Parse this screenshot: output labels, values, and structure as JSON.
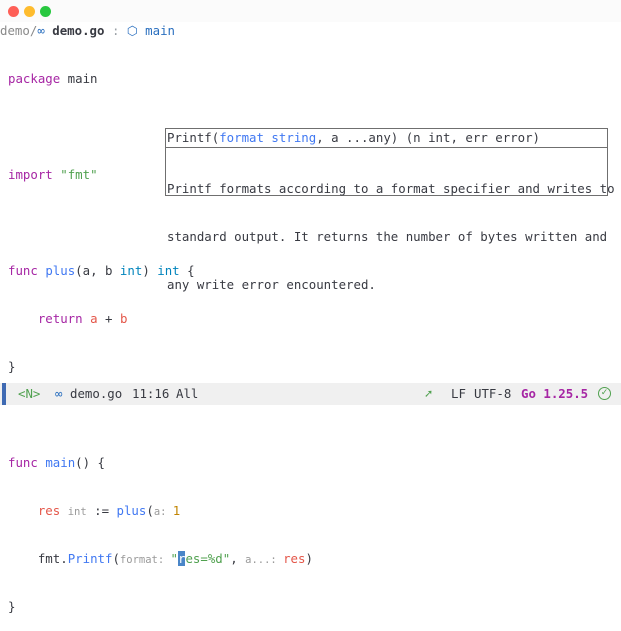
{
  "window": {
    "buttons": [
      "close",
      "minimize",
      "zoom"
    ]
  },
  "winbar": {
    "dir": "demo/",
    "file_icon": "infinity-icon",
    "file_glyph": "∞",
    "file": "demo.go",
    "separator": ":",
    "symbol_icon": "cube-icon",
    "symbol_glyph": "⬡",
    "symbol": "main"
  },
  "code": {
    "l1": {
      "kw": "package",
      "rest": " main"
    },
    "l3": {
      "kw": "import",
      "sp": " ",
      "str": "\"fmt\""
    },
    "l5": {
      "kw": "func",
      "sp": " ",
      "fn": "plus",
      "a": "(a, b ",
      "ty": "int",
      "b": ") ",
      "ty2": "int",
      "c": " {"
    },
    "l6": {
      "indent": "    ",
      "kw": "return",
      "sp": " ",
      "v1": "a",
      "op": " + ",
      "v2": "b"
    },
    "l7": {
      "text": "}"
    },
    "l9": {
      "kw": "func",
      "sp": " ",
      "fn": "main",
      "rest": "() {"
    },
    "l10": {
      "indent": "    ",
      "v": "res",
      "sp": " ",
      "hint_type": "int",
      "assign": " := ",
      "fn": "plus",
      "paren": "(",
      "hint_a": "a: ",
      "num": "1"
    },
    "l11": {
      "indent": "    ",
      "pkg": "fmt.",
      "fn": "Printf",
      "paren": "(",
      "hint_format": "format: ",
      "q": "\"",
      "cursor": "r",
      "str": "es=%d\"",
      "comma": ", ",
      "hint_a": "a...: ",
      "v": "res",
      "close": ")"
    },
    "l12": {
      "text": "}"
    }
  },
  "signature_help": {
    "sig_prefix": "Printf(",
    "sig_active": "format string",
    "sig_suffix": ", a ...any) (n int, err error)",
    "doc": [
      "Printf formats according to a format specifier and writes to",
      "standard output. It returns the number of bytes written and",
      "any write error encountered."
    ]
  },
  "statusline": {
    "mode": "<N>",
    "file_glyph": "∞",
    "file": "demo.go",
    "position": "11:16",
    "scroll": "All",
    "lsp_icon": "rocket-icon",
    "lsp_glyph": "🚀",
    "line_ending": "LF",
    "encoding": "UTF-8",
    "language": "Go 1.25.5",
    "status_icon": "check-circle-icon",
    "status_glyph": "✓"
  },
  "colors": {
    "keyword": "#a626a4",
    "function": "#4078f2",
    "type": "#0184bc",
    "string": "#50a14f",
    "variable": "#e45649",
    "cursor": "#4a86c8",
    "mode_accent": "#3f6ab3"
  }
}
